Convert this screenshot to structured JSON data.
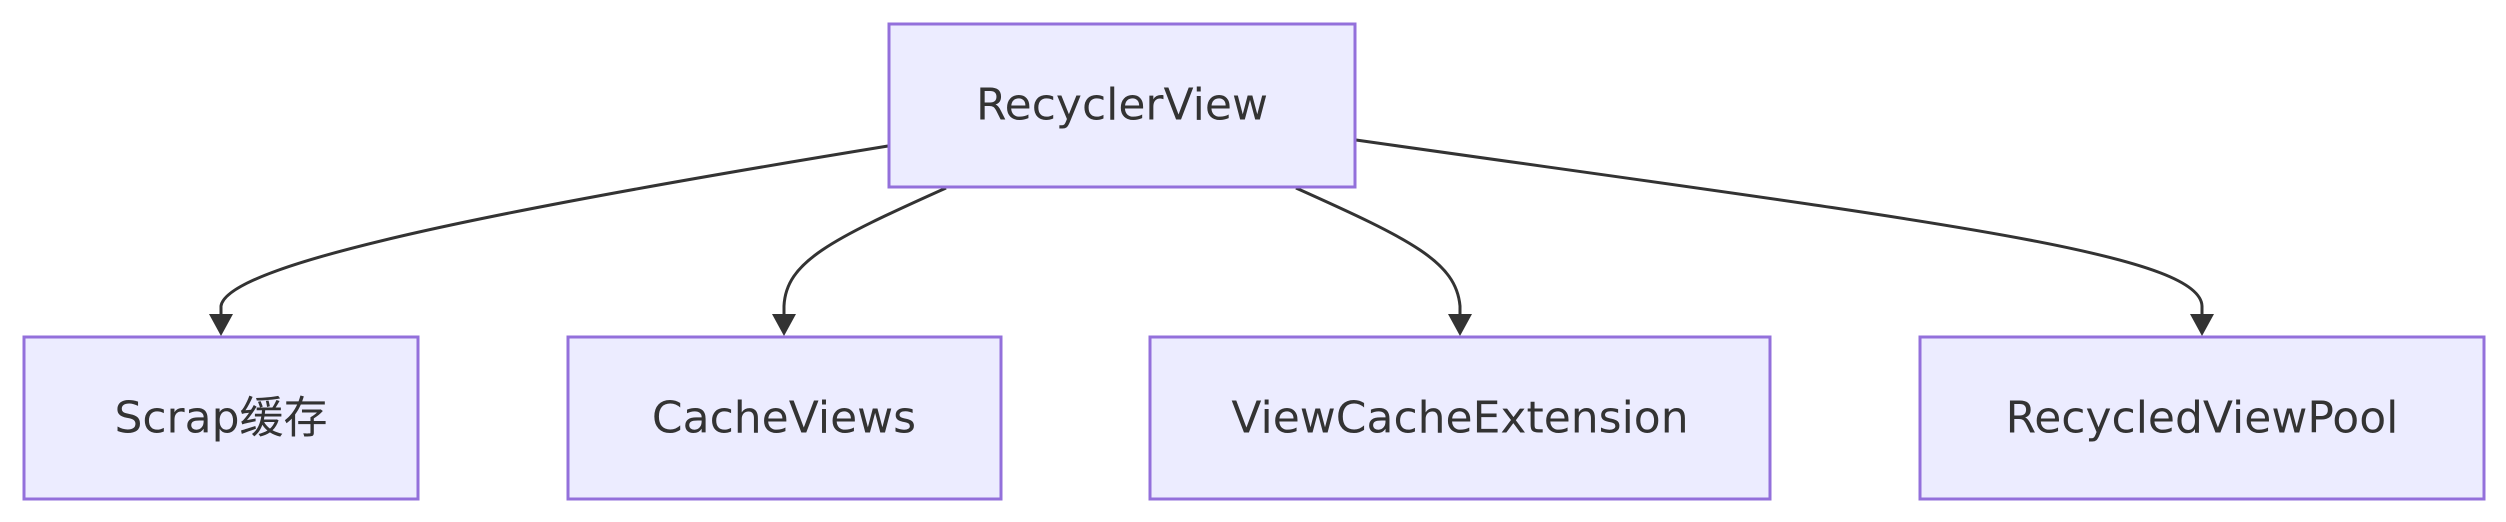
{
  "diagram": {
    "type": "flowchart",
    "direction": "top-down",
    "colors": {
      "node_fill": "#ECECFF",
      "node_stroke": "#9370DB",
      "edge": "#333333",
      "text": "#333333"
    },
    "root": {
      "id": "recyclerview",
      "label": "RecyclerView"
    },
    "children": [
      {
        "id": "scrap",
        "label": "Scrap缓存"
      },
      {
        "id": "cacheviews",
        "label": "CacheViews"
      },
      {
        "id": "viewcacheextension",
        "label": "ViewCacheExtension"
      },
      {
        "id": "recycledviewpool",
        "label": "RecycledViewPool"
      }
    ],
    "edges": [
      {
        "from": "recyclerview",
        "to": "scrap"
      },
      {
        "from": "recyclerview",
        "to": "cacheviews"
      },
      {
        "from": "recyclerview",
        "to": "viewcacheextension"
      },
      {
        "from": "recyclerview",
        "to": "recycledviewpool"
      }
    ]
  }
}
